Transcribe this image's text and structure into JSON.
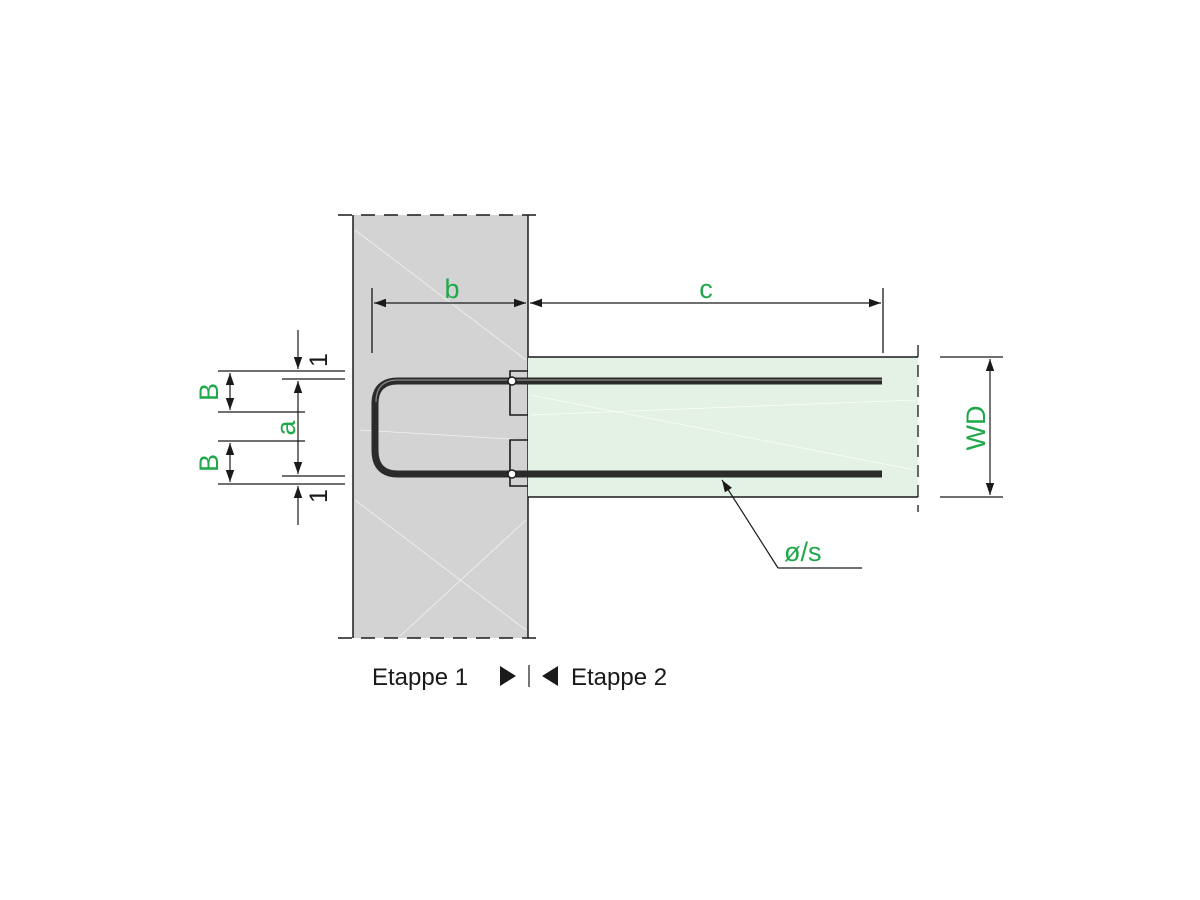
{
  "colors": {
    "label_green": "#1fa84a",
    "wall_fill": "#d3d3d3",
    "slab_fill": "#e3f2e5",
    "line": "#1a1a1a",
    "rebar": "#2b2b2b"
  },
  "labels": {
    "b": "b",
    "c": "c",
    "B_top": "B",
    "B_bottom": "B",
    "a": "a",
    "one_top": "1",
    "one_bottom": "1",
    "WD": "WD",
    "rebar_spec": "ø/s"
  },
  "caption": {
    "stage1": "Etappe 1",
    "stage2": "Etappe 2",
    "arrow_right_icon": "play-right-icon",
    "arrow_left_icon": "play-left-icon"
  }
}
